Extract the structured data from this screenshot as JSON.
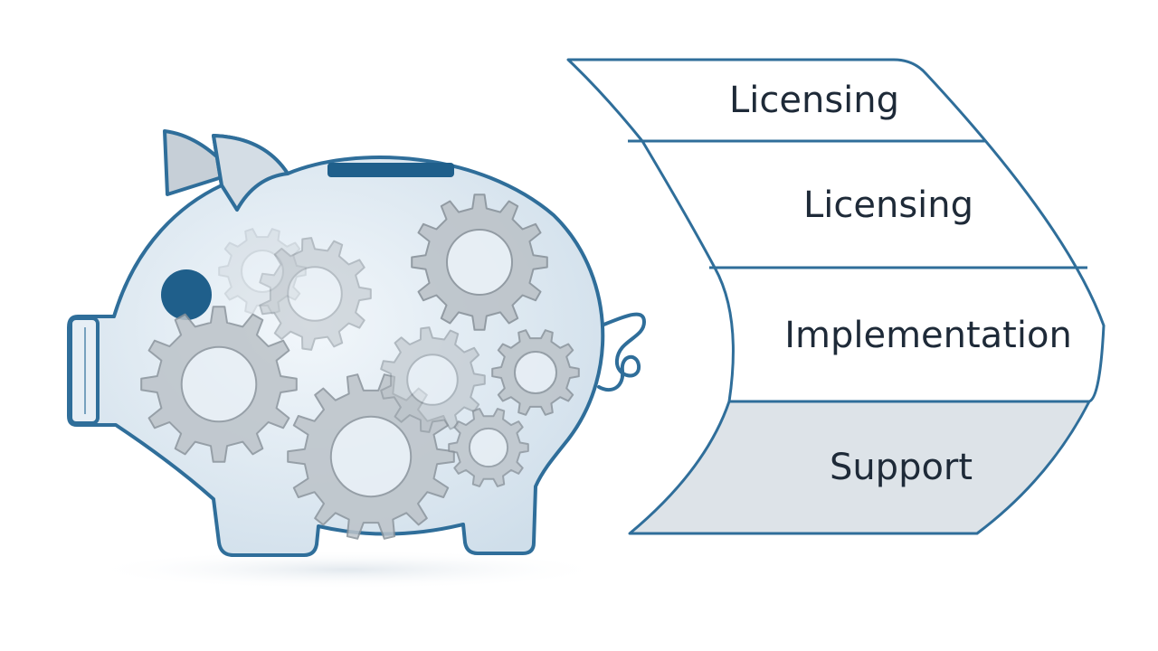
{
  "diagram": {
    "bands": [
      {
        "label": "Licensing"
      },
      {
        "label": "Licensing"
      },
      {
        "label": "Implementation"
      },
      {
        "label": "Support",
        "highlighted": true
      }
    ]
  },
  "icons": {
    "main": "piggy-bank-icon",
    "inside": "gear-icon"
  },
  "colors": {
    "outline": "#2f6e9a",
    "accent_dark": "#1f5f8b",
    "pig_fill": "#dde8f1",
    "gear_fill": "#bcc3c9",
    "gear_stroke": "#8a939b",
    "band_highlight": "#dde3e8",
    "label_text": "#1e2a38"
  }
}
